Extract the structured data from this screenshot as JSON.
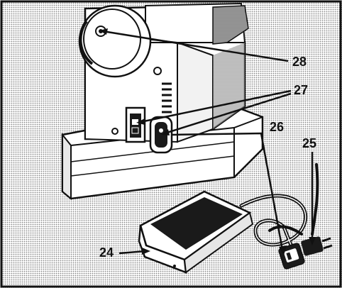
{
  "callouts": {
    "c28": "28",
    "c27": "27",
    "c26": "26",
    "c25": "25",
    "c24": "24"
  },
  "colors": {
    "ink": "#111111",
    "paper": "#ffffff",
    "halftone": "#d0d0d0",
    "dark_fill": "#1a1a1a"
  }
}
